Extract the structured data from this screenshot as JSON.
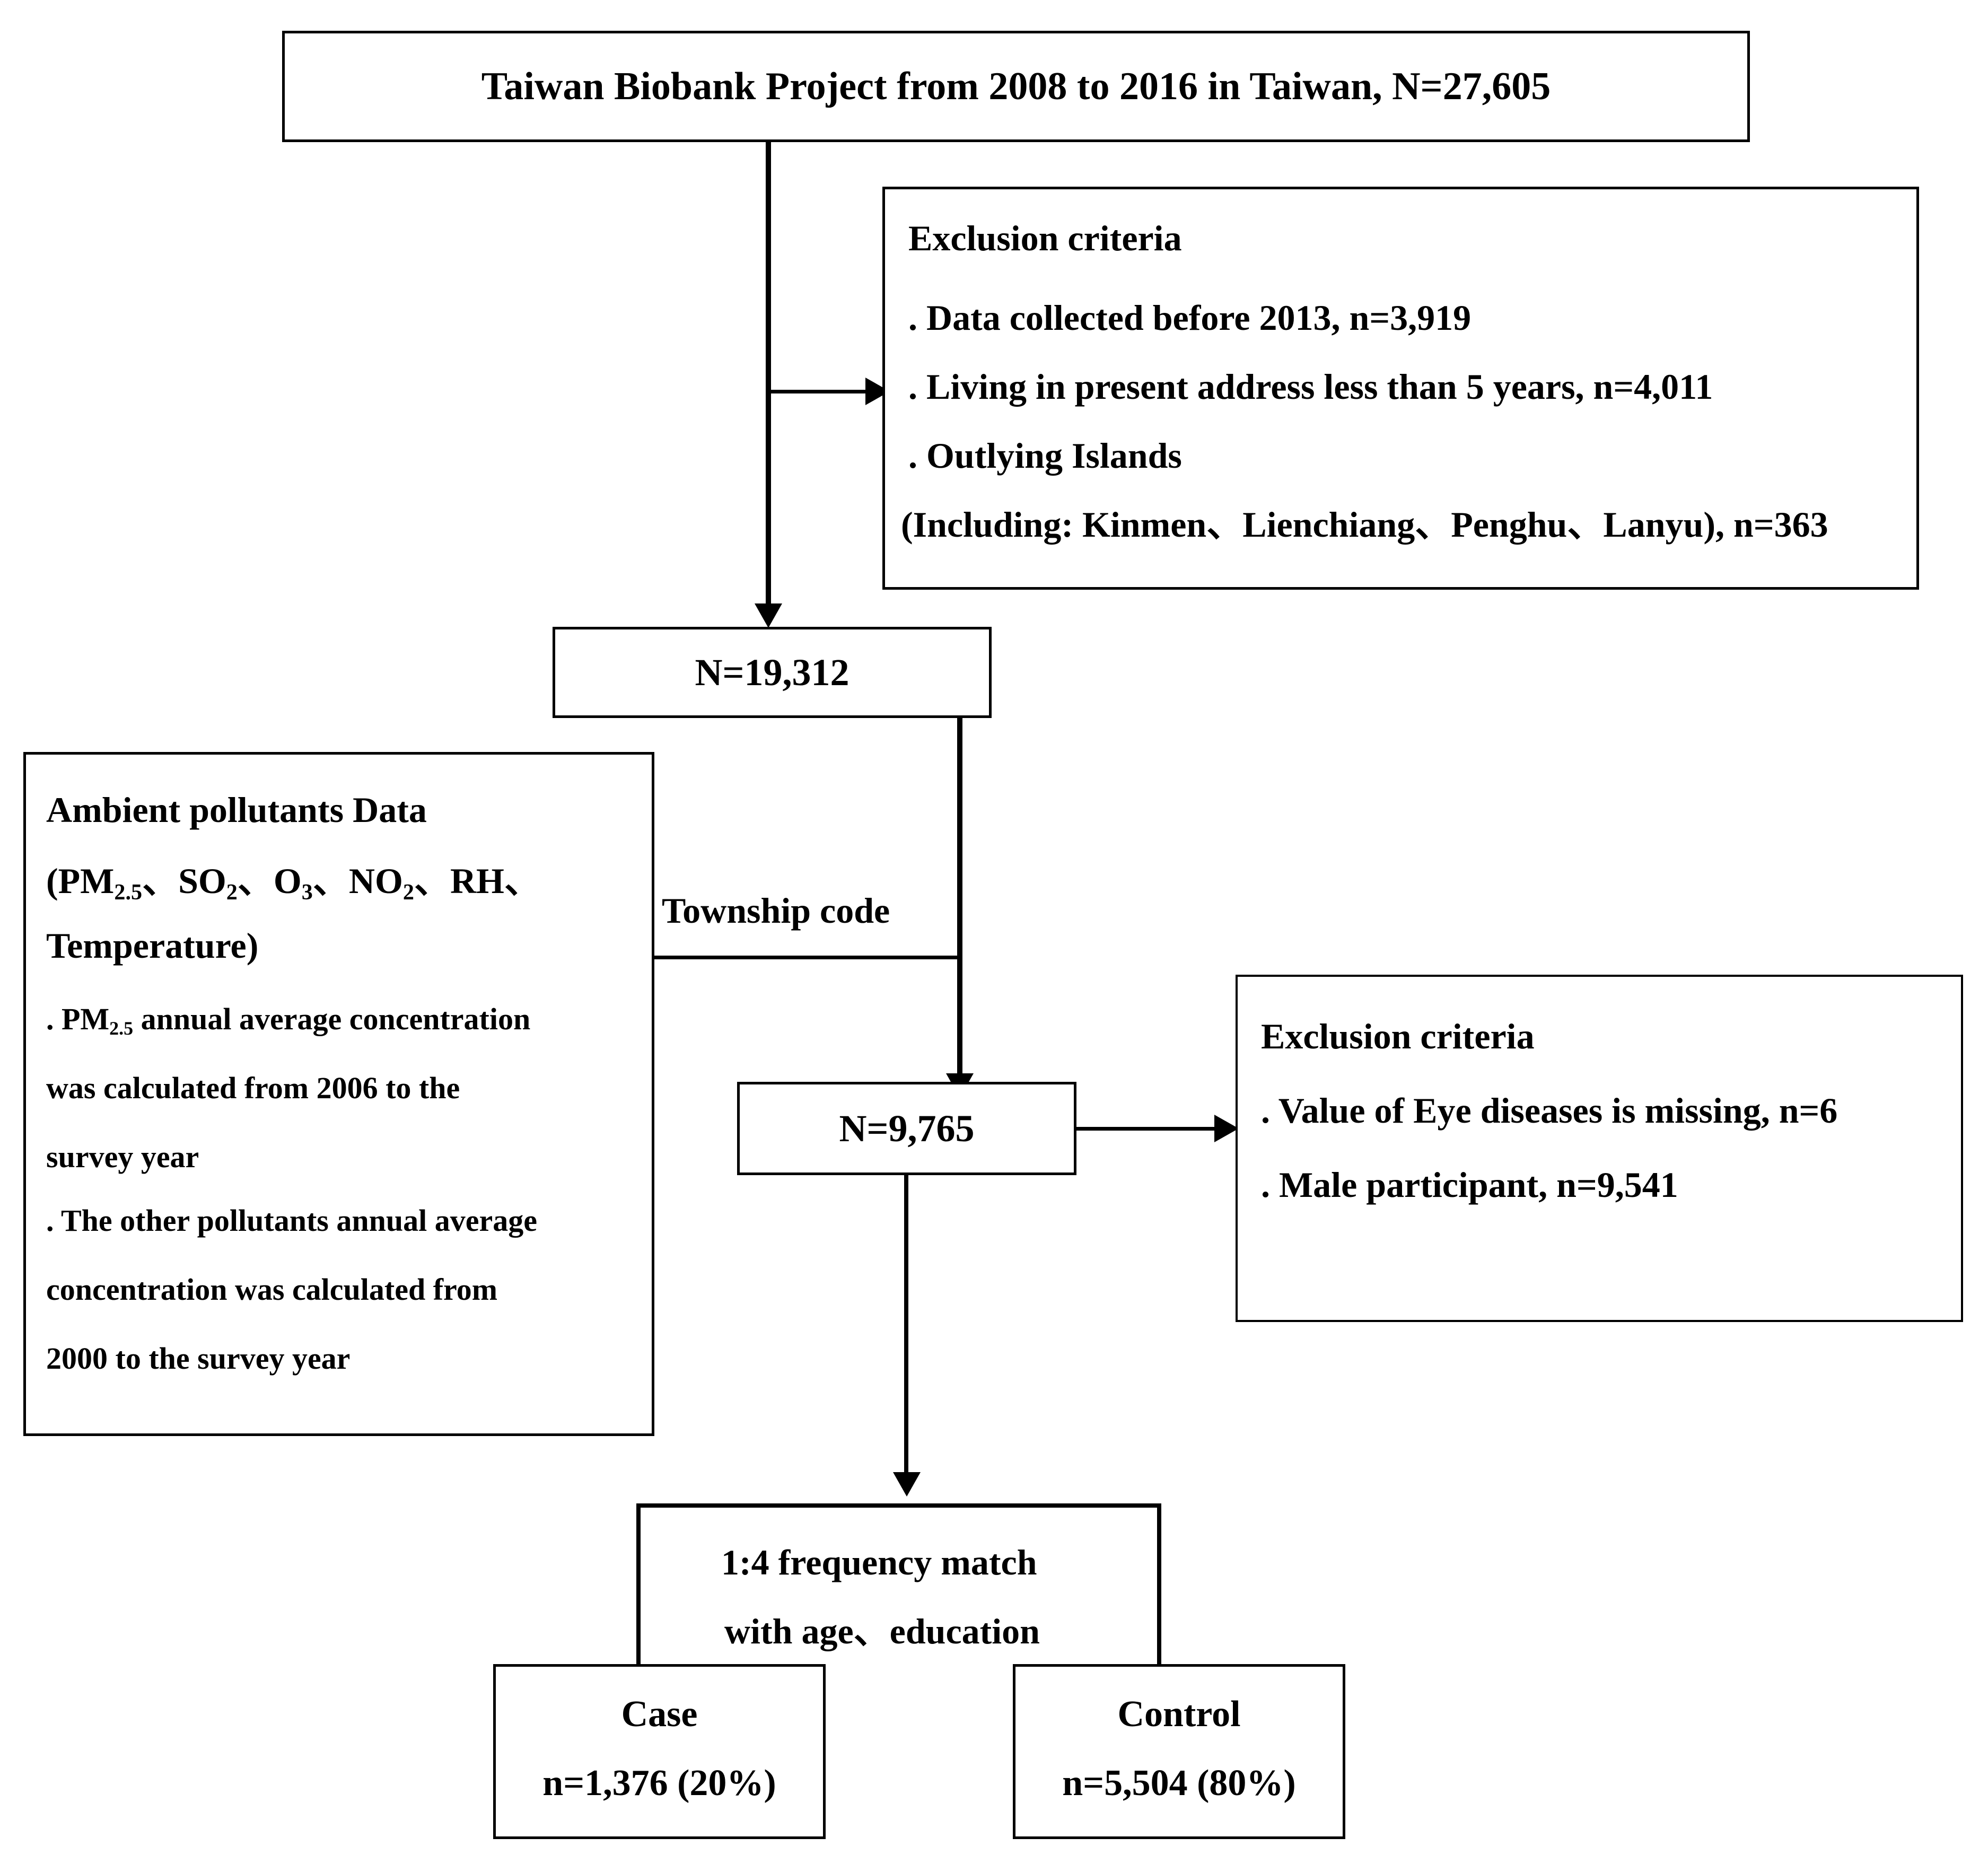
{
  "diagram": {
    "type": "study-flowchart",
    "title_box": {
      "text": "Taiwan Biobank Project from 2008 to 2016 in Taiwan, N=27,605"
    },
    "exclusion_1": {
      "heading": "Exclusion criteria",
      "items": [
        ". Data collected before 2013, n=3,919",
        ". Living in present address less than 5 years, n=4,011",
        ". Outlying Islands",
        "(Including: Kinmen、Lienchiang、Penghu、Lanyu), n=363"
      ]
    },
    "n1_box": {
      "text": "N=19,312"
    },
    "pollutants_box": {
      "heading": "Ambient pollutants Data",
      "formula_prefix": "(PM",
      "formula_sub1": "2.5",
      "formula_mid": "、SO",
      "formula_sub2": "2",
      "formula_mid2": "、O",
      "formula_sub3": "3",
      "formula_mid3": "、NO",
      "formula_sub4": "2",
      "formula_tail": "、RH、",
      "line3": "Temperature)",
      "bullet1_line1_a": ". PM",
      "bullet1_line1_sub": "2.5",
      "bullet1_line1_b": " annual average concentration",
      "bullet1_line2": "was calculated from 2006 to the",
      "bullet1_line3": "survey year",
      "bullet2_line1": ". The other pollutants annual average",
      "bullet2_line2": "concentration was calculated from",
      "bullet2_line3": "2000 to the survey year"
    },
    "township_label": {
      "text": "Township code"
    },
    "n2_box": {
      "text": "N=9,765"
    },
    "exclusion_2": {
      "heading": "Exclusion criteria",
      "items": [
        ". Value of Eye diseases is missing, n=6",
        ". Male participant, n=9,541"
      ]
    },
    "match_label": {
      "line1": "1:4 frequency match",
      "line2": "with age、education"
    },
    "case_box": {
      "line1": "Case",
      "line2": "n=1,376 (20%)"
    },
    "control_box": {
      "line1": "Control",
      "line2": "n=5,504 (80%)"
    },
    "colors": {
      "stroke": "#000000",
      "background": "#ffffff",
      "text": "#000000"
    }
  }
}
